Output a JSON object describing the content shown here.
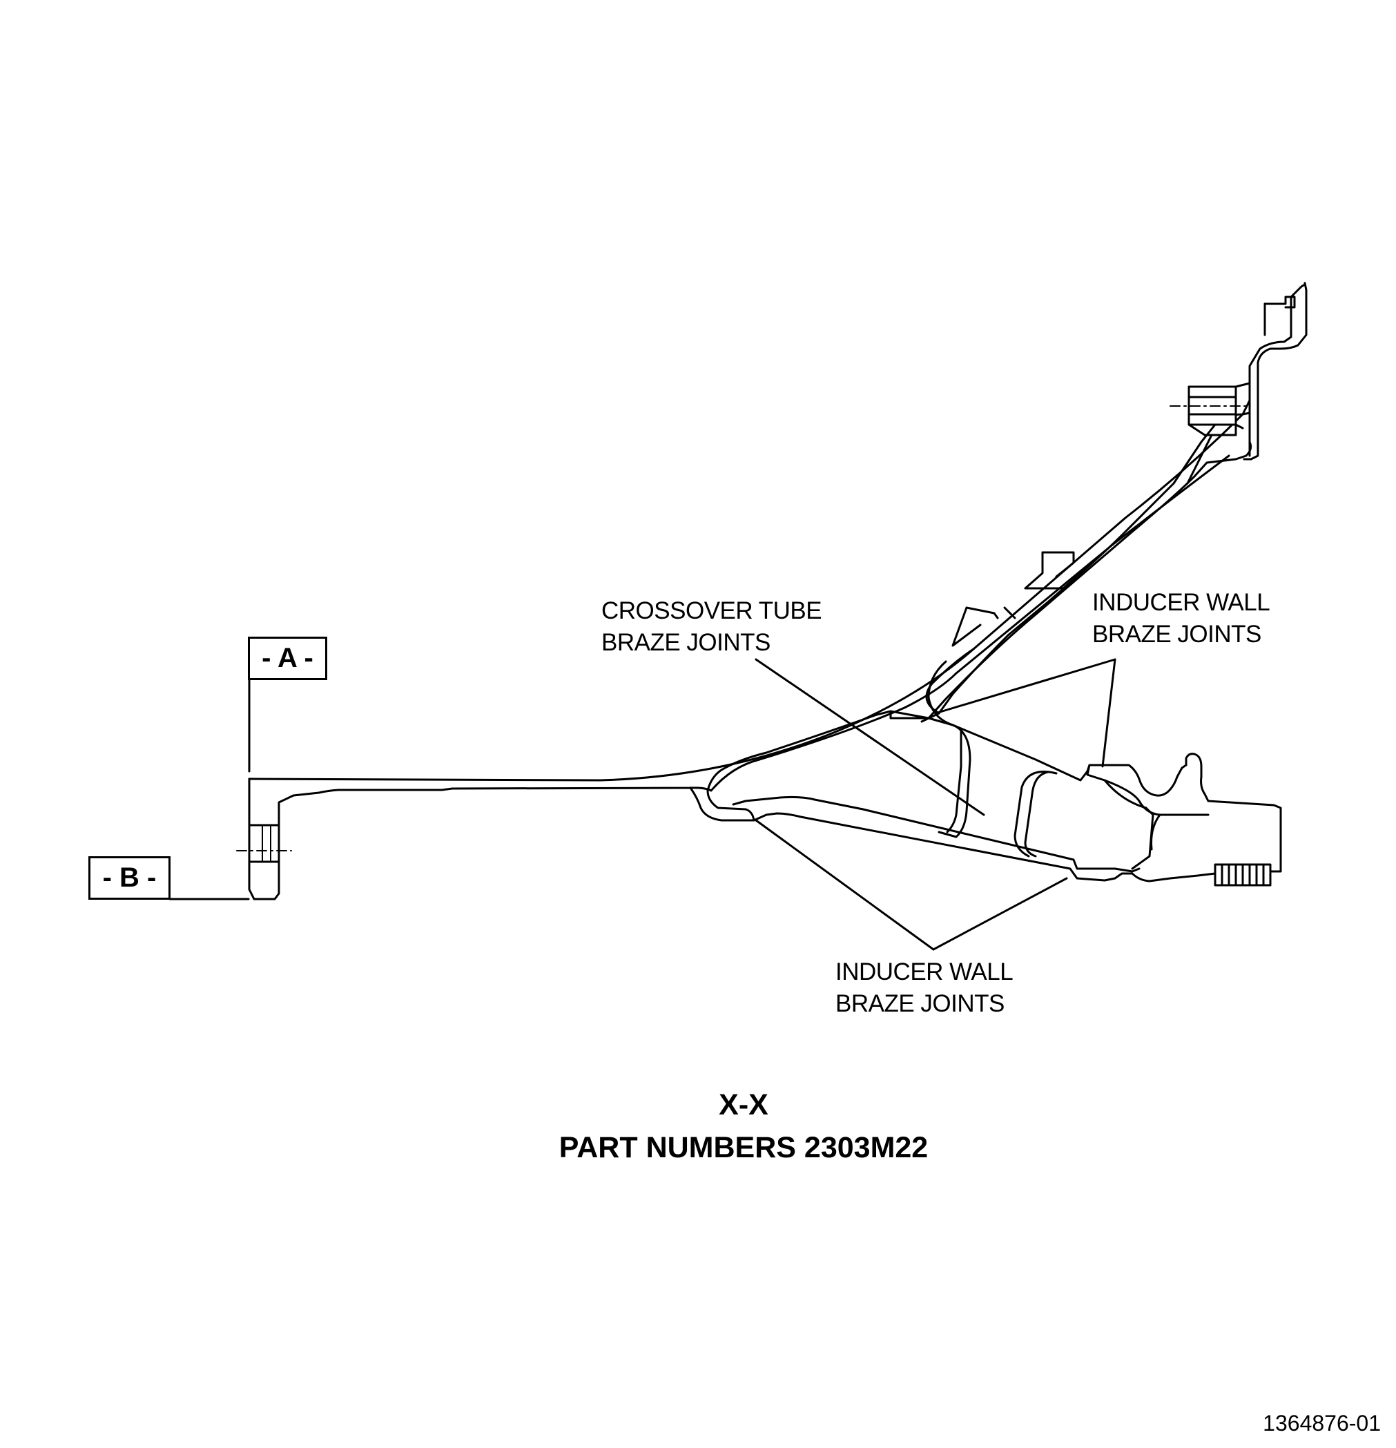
{
  "datums": {
    "a": "- A -",
    "b": "- B -"
  },
  "callouts": {
    "crossover": [
      "CROSSOVER TUBE",
      "BRAZE JOINTS"
    ],
    "inducer_upper": [
      "INDUCER WALL",
      "BRAZE JOINTS"
    ],
    "inducer_lower": [
      "INDUCER WALL",
      "BRAZE JOINTS"
    ]
  },
  "view_title": "X-X",
  "part_numbers": "PART NUMBERS 2303M22",
  "document_number": "1364876-01"
}
